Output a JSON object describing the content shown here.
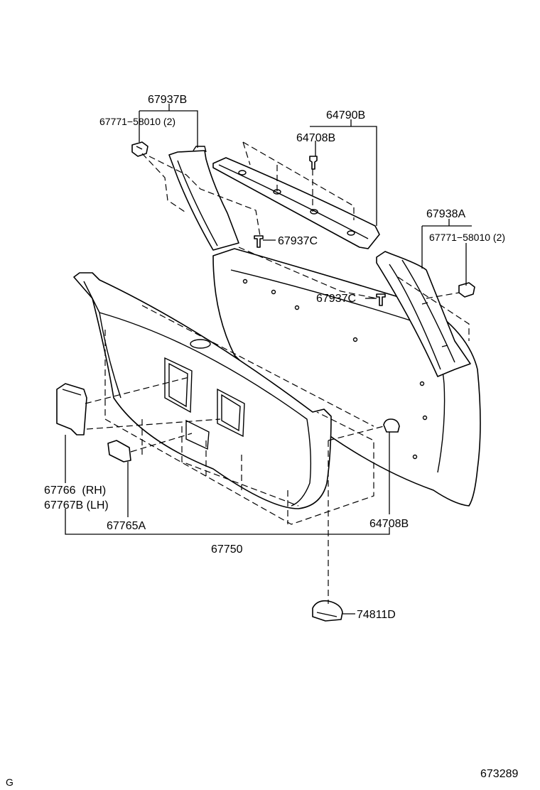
{
  "labels": {
    "p67937B": "67937B",
    "p67771_left": "67771−58010 (2)",
    "p64790B": "64790B",
    "p64708B_top": "64708B",
    "p67937C_top": "67937C",
    "p67938A": "67938A",
    "p67771_right": "67771−58010 (2)",
    "p67937C_mid": "67937C",
    "p67766": "67766  (RH)",
    "p67767B": "67767B (LH)",
    "p67765A": "67765A",
    "p64708B_bottom": "64708B",
    "p67750": "67750",
    "p74811D": "74811D",
    "corner_g": "G",
    "diagram_number": "673289"
  }
}
